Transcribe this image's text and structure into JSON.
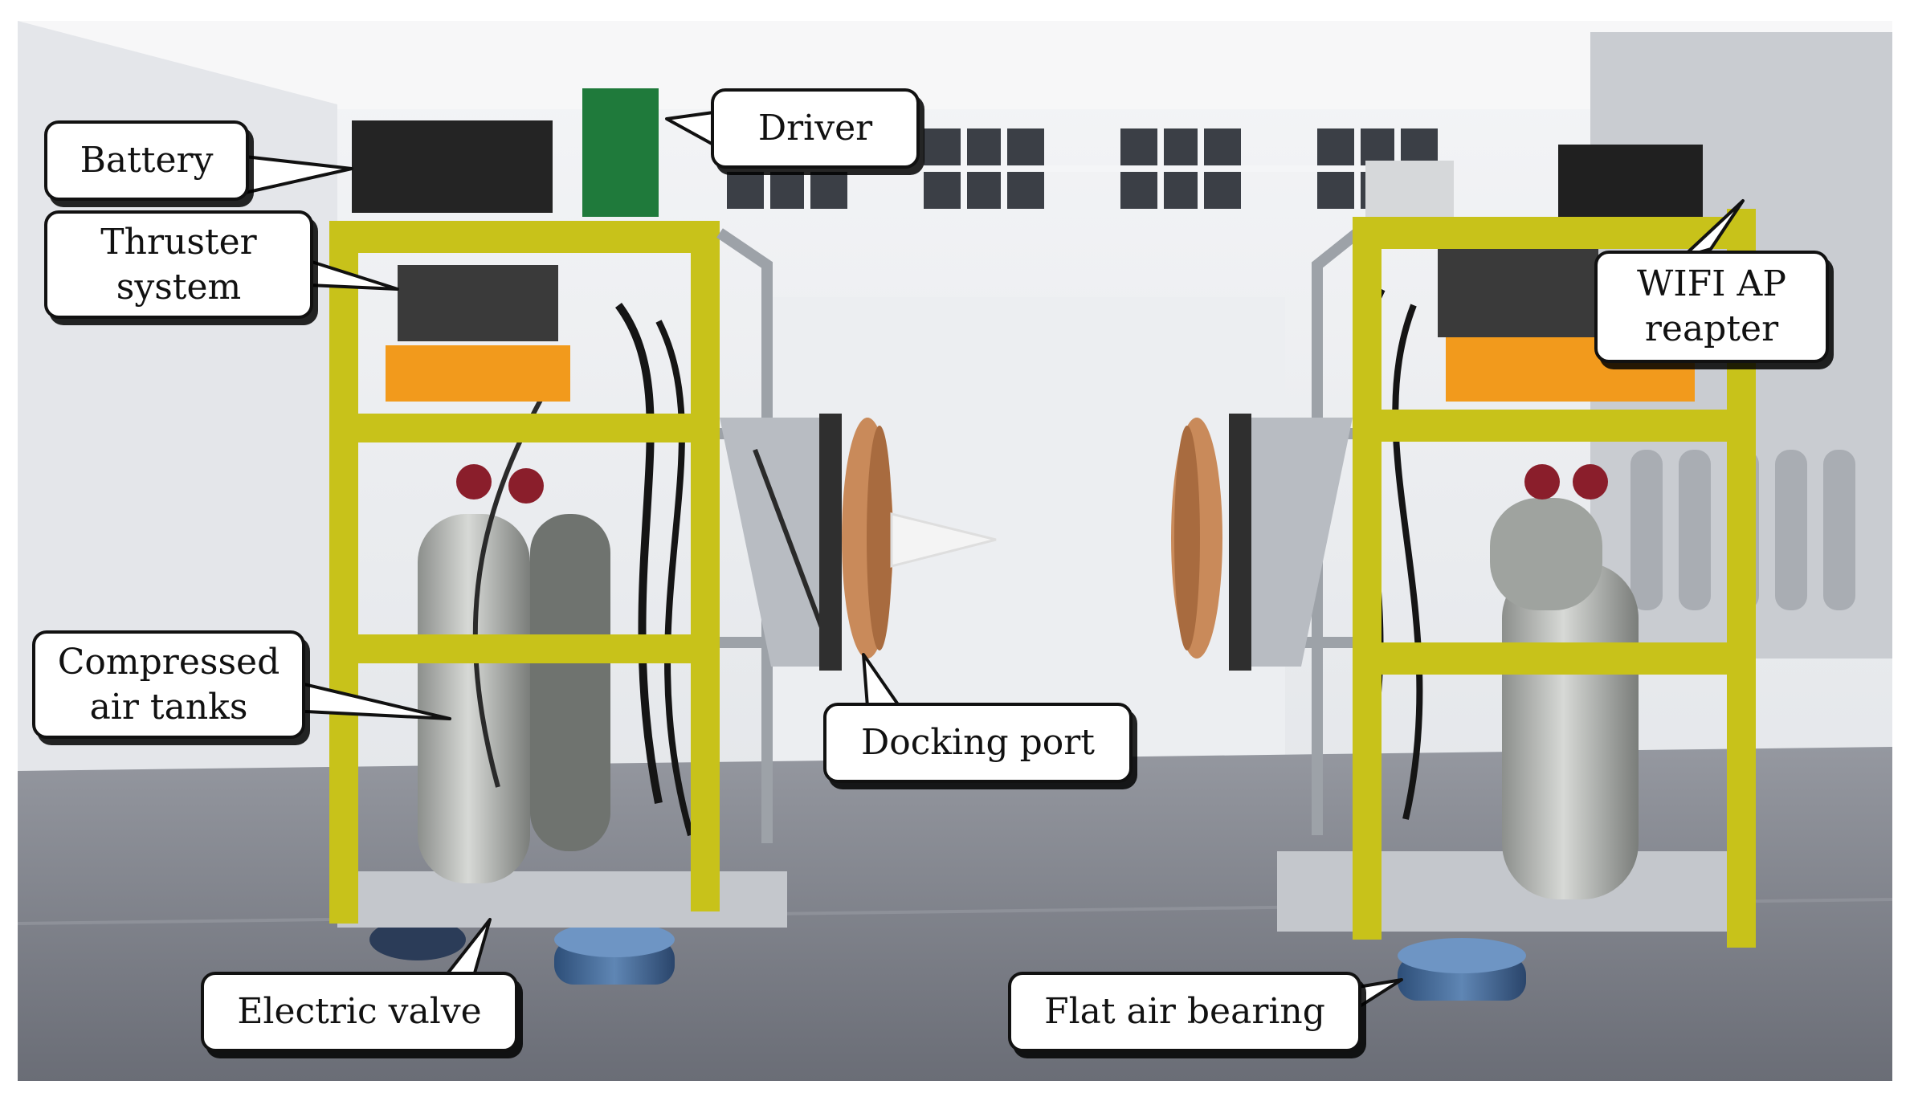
{
  "figure": {
    "labels": {
      "battery": "Battery",
      "driver": "Driver",
      "thruster": "Thruster\nsystem",
      "wifi": "WIFI AP\nreapter",
      "tanks": "Compressed\nair tanks",
      "docking": "Docking port",
      "valve": "Electric valve",
      "bearing": "Flat air bearing"
    },
    "colors": {
      "frame_tape": "#c8c21a",
      "floor": "#7d8089",
      "wall": "#e9ebee",
      "docking_ring": "#c98a5a",
      "orange_box": "#f29a1c"
    }
  }
}
